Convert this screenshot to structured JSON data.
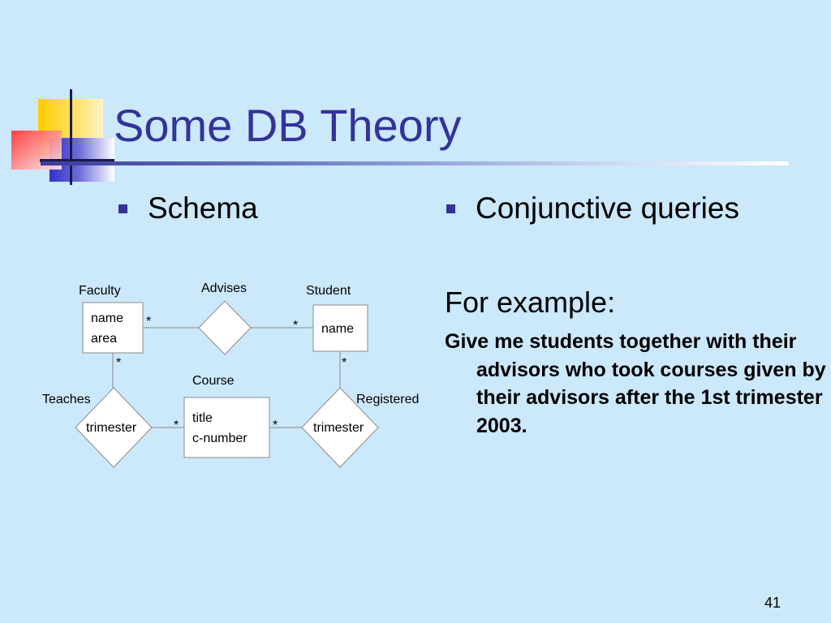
{
  "slide": {
    "title": "Some DB Theory",
    "page_number": "41",
    "left_bullet": "Schema",
    "right_bullet": "Conjunctive queries",
    "example_label": "For example:",
    "example_text": "Give me students together with their advisors who took courses given by their advisors after the 1st trimester 2003.",
    "colors": {
      "background": "#cce8fb",
      "title": "#333399",
      "bullet": "#333399"
    }
  },
  "diagram": {
    "entities": {
      "faculty": {
        "label": "Faculty",
        "attributes": [
          "name",
          "area"
        ]
      },
      "student": {
        "label": "Student",
        "attributes": [
          "name"
        ]
      },
      "course": {
        "label": "Course",
        "attributes": [
          "title",
          "c-number"
        ]
      }
    },
    "relationships": {
      "advises": {
        "label": "Advises",
        "attribute": ""
      },
      "teaches": {
        "label": "Teaches",
        "attribute": "trimester"
      },
      "registered": {
        "label": "Registered",
        "attribute": "trimester"
      }
    },
    "cardinality": "*"
  }
}
